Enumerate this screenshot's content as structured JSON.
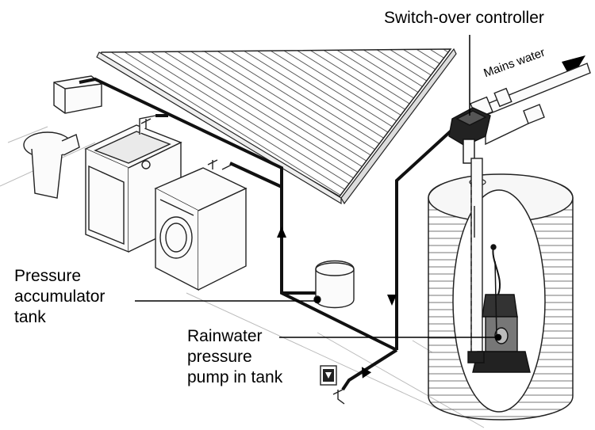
{
  "labels": {
    "switch_over": "Switch-over controller",
    "mains_water": "Mains water",
    "accumulator": [
      "Pressure",
      "accumulator",
      "tank"
    ],
    "pump": [
      "Rainwater",
      "pressure",
      "pump in tank"
    ]
  },
  "colors": {
    "line": "#000000",
    "pipe": "#111111",
    "tank_fill": "#f2f2f2",
    "ground": "#cccccc"
  },
  "icons": [
    "toilet-icon",
    "laundry-sink-icon",
    "washing-machine-icon",
    "tap-icon",
    "pump-icon",
    "controller-icon",
    "tank-icon",
    "roof-icon"
  ]
}
